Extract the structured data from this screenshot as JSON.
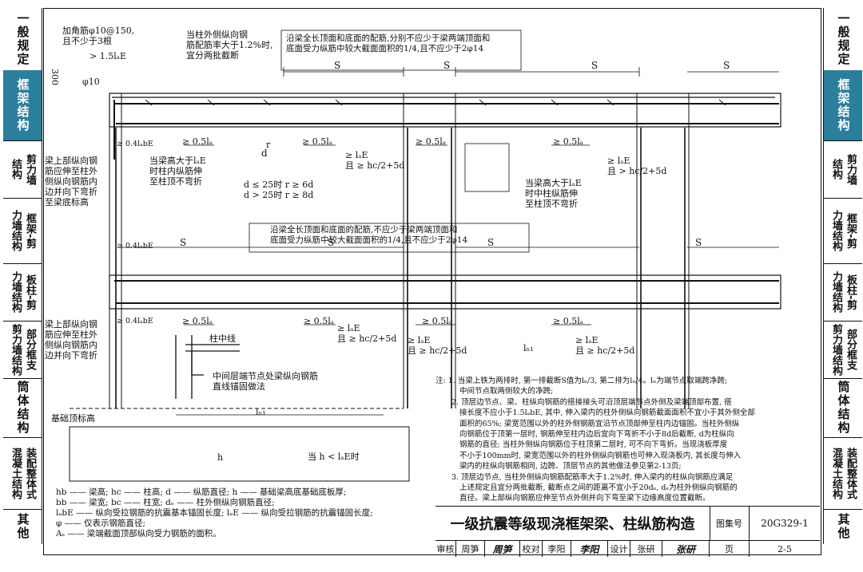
{
  "tabs_left": [
    {
      "label": "一般规定",
      "active": false
    },
    {
      "label": "框架结构",
      "active": true
    },
    {
      "col1": "结构",
      "col2": "剪力墙"
    },
    {
      "col1": "力墙结构",
      "col2": "框架-剪"
    },
    {
      "col1": "力墙结构",
      "col2": "板柱-剪"
    },
    {
      "col1": "剪力墙结构",
      "col2": "部分框支"
    },
    {
      "label": "筒体结构",
      "active": false
    },
    {
      "col1": "混凝土结构",
      "col2": "装配整体式"
    },
    {
      "label": "其他",
      "active": false
    }
  ],
  "tabs_right": [
    {
      "label": "一般规定",
      "active": false
    },
    {
      "label": "框架结构",
      "active": true
    },
    {
      "col1": "结构",
      "col2": "剪力墙"
    },
    {
      "col1": "力墙结构",
      "col2": "框架-剪"
    },
    {
      "col1": "力墙结构",
      "col2": "板柱-剪"
    },
    {
      "col1": "剪力墙结构",
      "col2": "部分框支"
    },
    {
      "label": "筒体结构",
      "active": false
    },
    {
      "col1": "混凝土结构",
      "col2": "装配整体式"
    },
    {
      "label": "其他",
      "active": false
    }
  ],
  "annotations": {
    "corner_bar": "加角筋φ10@150,\n且不少于3根",
    "dim_300": "300",
    "dim_15laE": "> 1.5lₐE",
    "phi10": "φ10",
    "col_outer_ratio": "当柱外侧纵向钢\n筋配筋率大于1.2%时,\n宜分两批截断",
    "top_bottom_bars_top": "沿梁全长顶面和底面的配筋,分别不应少于梁两端顶面和\n底面受力纵筋中较大截面面积的1/4,且不应少于2φ14",
    "top_bottom_bars_mid": "沿梁全长顶面和底面的配筋,不应少于梁两端顶面和\n底面受力纵筋中较大截面面积的1/4,且不应少于2φ14",
    "beam_top_bar_upper": "梁上部纵向钢\n筋应伸至柱外\n侧纵向钢筋内\n边并向下弯折\n至梁底标高",
    "beam_top_bar_lower": "梁上部纵向钢\n筋应伸至柱外\n侧纵向钢筋内\n边并向下弯折",
    "beam_height_side": "当梁高大于lₐE\n时柱内纵筋伸\n至柱顶不弯折",
    "beam_height_mid": "当梁高大于lₐE\n时中柱纵筋伸\n至柱顶不弯折",
    "bend_radius": "d ≤ 25时 r ≥ 6d\nd > 25时 r ≥ 8d",
    "anchor_main": "≥ lₐE\n且 ≥ hc/2+5d",
    "anchor_main_alt": "≥ lₐE\n且 > hc/2+5d",
    "col_centerline": "柱中线",
    "mid_node_note": "中间层端节点处梁纵向钢筋\n直线锚固做法",
    "footing_top": "基础顶标高",
    "when_h_lt": "当 h < lₐE时",
    "half_la": "≥ 0.5lₐ",
    "zero_four": "≥ 0.4lₐbE"
  },
  "notes": [
    "注: 1. 当梁上铁为两排时, 第一排截断S值为lₙ/3, 第二排为lₙ/4。lₙ为端节点取端跨净跨;",
    "中间节点取两侧较大的净跨;",
    "2. 顶层边节点、梁、柱纵向钢筋的搭接接头可沿顶层端节点外侧及梁端顶部布置, 搭",
    "接长度不应小于1.5lₐbE, 其中, 伸入梁内的柱外侧纵向钢筋截面面积不宜小于其外侧全部",
    "面积的65%; 梁宽范围以外的柱外侧钢筋宜沿节点顶部伸至柱内边锚固。当柱外侧纵",
    "向钢筋位于顶第一层时, 钢筋伸至柱内边后宜向下弯折不小于8d后截断, d为柱纵向",
    "钢筋的直径; 当柱外侧纵向钢筋位于柱顶第二层时, 可不向下弯折。当现浇板厚度",
    "不小于100mm时, 梁宽范围以外的柱外侧纵向钢筋也可伸入现浇板内, 其长度与伸入",
    "梁内的柱纵向钢筋相同, 边跨、顶层节点的其他做法参见第2-13页;",
    "3. 顶层边节点, 当柱外侧纵向钢筋配筋率大于1.2%时, 伸入梁内的柱纵向钢筋应满足",
    "上述规定且宜分两批截断, 截断点之间的距离不宜小于20dₑ, dₑ为柱外侧纵向钢筋的",
    "直径。梁上部纵向钢筋应伸至节点外侧并向下弯至梁下边缘高度位置截断。"
  ],
  "legend": [
    "hb —— 梁高;  hc —— 柱高;  d —— 纵筋直径;  h —— 基础梁高底基础底板厚;",
    "bb —— 梁宽;  bc —— 柱宽;  dₑ —— 柱外侧纵向钢筋直径;",
    "lₐbE —— 纵向受拉钢筋的抗震基本锚固长度;   lₐE —— 纵向受拉钢筋的抗震锚固长度;",
    "φ —— 仅表示钢筋直径;",
    "Aₛ —— 梁端截面顶部纵向受力钢筋的面积。"
  ],
  "title_block": {
    "title": "一级抗震等级现浇框架梁、柱纵筋构造",
    "atlas_label": "图集号",
    "atlas_no": "20G329-1",
    "review_label": "审核",
    "reviewer": "周笋",
    "reviewer_sig": "周笋",
    "check_label": "校对",
    "checker": "李阳",
    "checker_sig": "李阳",
    "design_label": "设计",
    "designer": "张研",
    "designer_sig": "张研",
    "page_label": "页",
    "page_no": "2-5"
  }
}
